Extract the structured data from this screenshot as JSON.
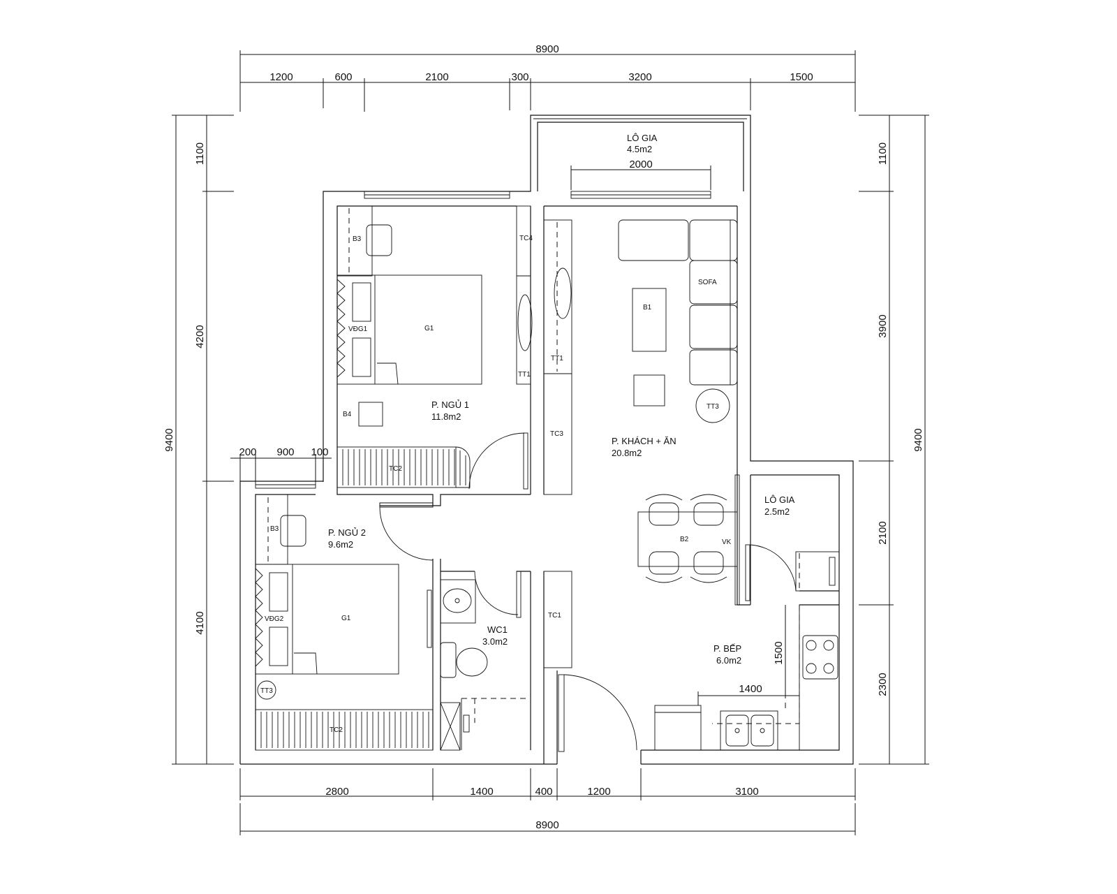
{
  "dimensions": {
    "top_total": "8900",
    "top": [
      "1200",
      "600",
      "2100",
      "300",
      "3200",
      "1500"
    ],
    "loggia_width": "2000",
    "left_total": "9400",
    "left": [
      "1100",
      "4200",
      "4100"
    ],
    "left_sub": [
      "200",
      "900",
      "100"
    ],
    "right_total": "9400",
    "right": [
      "1100",
      "3900",
      "2100",
      "2300"
    ],
    "kitchen_v": "1500",
    "kitchen_h": "1400",
    "bottom": [
      "2800",
      "1400",
      "400",
      "1200",
      "3100"
    ],
    "bottom_total": "8900"
  },
  "rooms": {
    "loggia1": {
      "name": "LÔ GIA",
      "area": "4.5m2"
    },
    "bed1": {
      "name": "P. NGỦ 1",
      "area": "11.8m2"
    },
    "living": {
      "name": "P. KHÁCH + ĂN",
      "area": "20.8m2"
    },
    "loggia2": {
      "name": "LÔ GIA",
      "area": "2.5m2"
    },
    "bed2": {
      "name": "P. NGỦ 2",
      "area": "9.6m2"
    },
    "wc": {
      "name": "WC1",
      "area": "3.0m2"
    },
    "kitchen": {
      "name": "P. BẾP",
      "area": "6.0m2"
    }
  },
  "furniture": {
    "b3": "B3",
    "b3b": "B3",
    "tc4": "TC4",
    "vdg1": "VĐG1",
    "g1": "G1",
    "g1b": "G1",
    "tt1a": "TT1",
    "tt1b": "TT1",
    "b4": "B4",
    "tc2": "TC2",
    "tc2b": "TC2",
    "tc3": "TC3",
    "tc1": "TC1",
    "sofa": "SOFA",
    "b1": "B1",
    "tt3": "TT3",
    "tt3b": "TT3",
    "b2": "B2",
    "vk": "VK",
    "vdg2": "VĐG2"
  }
}
